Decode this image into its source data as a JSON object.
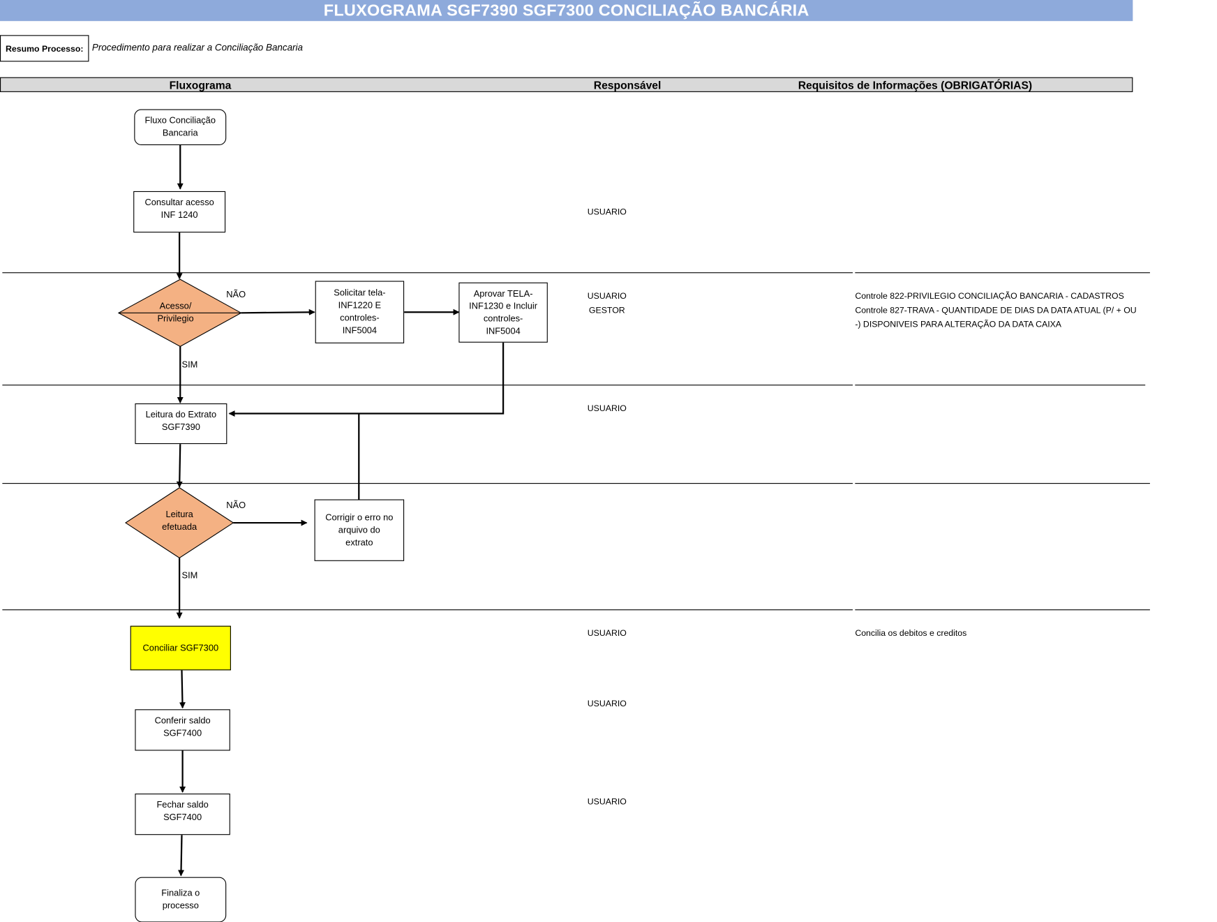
{
  "title": "FLUXOGRAMA SGF7390 SGF7300 CONCILIAÇÃO BANCÁRIA",
  "resumo": {
    "label": "Resumo Processo:",
    "text": "Procedimento para realizar a Conciliação Bancaria"
  },
  "columns": {
    "fluxograma": "Fluxograma",
    "responsavel": "Responsável",
    "requisitos": "Requisitos de Informações (OBRIGATÓRIAS)"
  },
  "colors": {
    "title_bg": "#8eaadb",
    "header_bg": "#d9d9d9",
    "decision_fill": "#f4b183",
    "highlight_fill": "#ffff00"
  },
  "nodes": {
    "start": "Fluxo Conciliação\nBancaria",
    "consultar": "Consultar acesso\nINF 1240",
    "decision_acesso": "Acesso/\nPrivilegio",
    "solicitar": "Solicitar tela-\nINF1220 E\ncontroles-\nINF5004",
    "aprovar": "Aprovar TELA-\nINF1230 e Incluir\ncontroles-\nINF5004",
    "leitura_extrato": "Leitura do Extrato\nSGF7390",
    "decision_leitura": "Leitura\nefetuada",
    "corrigir": "Corrigir o erro no\narquivo do\nextrato",
    "conciliar": "Conciliar SGF7300",
    "conferir": "Conferir saldo\nSGF7400",
    "fechar": "Fechar saldo\nSGF7400",
    "end": "Finaliza o\nprocesso"
  },
  "edge_labels": {
    "acesso_nao": "NÃO",
    "acesso_sim": "SIM",
    "leitura_nao": "NÃO",
    "leitura_sim": "SIM"
  },
  "responsaveis": [
    "USUARIO",
    "USUARIO\nGESTOR",
    "USUARIO",
    "USUARIO",
    "USUARIO",
    "USUARIO"
  ],
  "requisitos": {
    "acesso": "Controle 822-PRIVILEGIO CONCILIAÇÃO BANCARIA - CADASTROS\nControle 827-TRAVA - QUANTIDADE DE DIAS DA DATA ATUAL (P/ + OU -) DISPONIVEIS PARA ALTERAÇÃO DA DATA CAIXA",
    "conciliar": "Concilia os debitos e creditos"
  }
}
